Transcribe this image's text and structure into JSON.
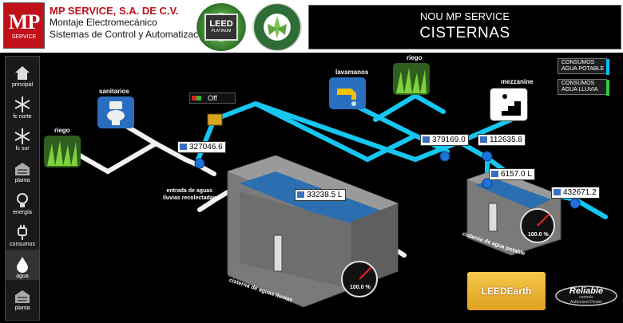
{
  "header": {
    "logo_main": "MP",
    "logo_sub": "SERVICE",
    "company_name": "MP SERVICE, S.A. DE C.V.",
    "company_line1": "Montaje Electromecánico",
    "company_line2": "Sistemas de Control y Automatización",
    "leed_badge_main": "LEED",
    "leed_badge_sub": "PLATINUM",
    "title_top": "NOU MP SERVICE",
    "title_main": "CISTERNAS"
  },
  "sidebar": {
    "items": [
      {
        "label": "principal",
        "icon": "home-icon"
      },
      {
        "label": "fc norte",
        "icon": "snowflake-icon"
      },
      {
        "label": "fc sur",
        "icon": "snowflake-icon"
      },
      {
        "label": "planta",
        "icon": "building-icon"
      },
      {
        "label": "energía",
        "icon": "lightbulb-icon"
      },
      {
        "label": "consumos",
        "icon": "plug-icon"
      },
      {
        "label": "agua",
        "icon": "water-drop-icon"
      },
      {
        "label": "planta",
        "icon": "building-icon"
      }
    ]
  },
  "legend": {
    "potable": "CONSUMOS AGUA POTABLE",
    "potable_line1": "CONSUMOS",
    "potable_line2": "AGUA POTABLE",
    "lluvia_line1": "CONSUMOS",
    "lluvia_line2": "AGUA LLUVIA",
    "potable_color": "#00bfff",
    "lluvia_color": "#2ecc40"
  },
  "consumers": {
    "sanitarios": "sanitarios",
    "riego_left": "riego",
    "lavamanos": "lavamanos",
    "riego_top": "riego",
    "mezzanine": "mezzanine"
  },
  "valve_state": "Off",
  "meters": {
    "m1": "327046.6",
    "m2": "379169.0",
    "m3": "112635.8",
    "m4": "33238.5 L",
    "m5": "6157.0 L",
    "m6": "432671.2"
  },
  "tanks": {
    "lluvia_label": "cisterna de aguas lluvias",
    "potable_label": "cisterna de agua potable",
    "lluvia_level": "100.0 %",
    "potable_level": "100.0 %",
    "inlet_label_line1": "entrada de aguas",
    "inlet_label_line2": "lluvias recolectadas"
  },
  "footer": {
    "leed_earth": "LEEDEarth",
    "reliable_line1": "Reliable",
    "reliable_line2": "controls",
    "reliable_line3": "Authorized Dealer"
  },
  "colors": {
    "pipe_potable": "#16c6f0",
    "pipe_lluvia": "#f2f2f2",
    "brand_red": "#c0101a"
  }
}
